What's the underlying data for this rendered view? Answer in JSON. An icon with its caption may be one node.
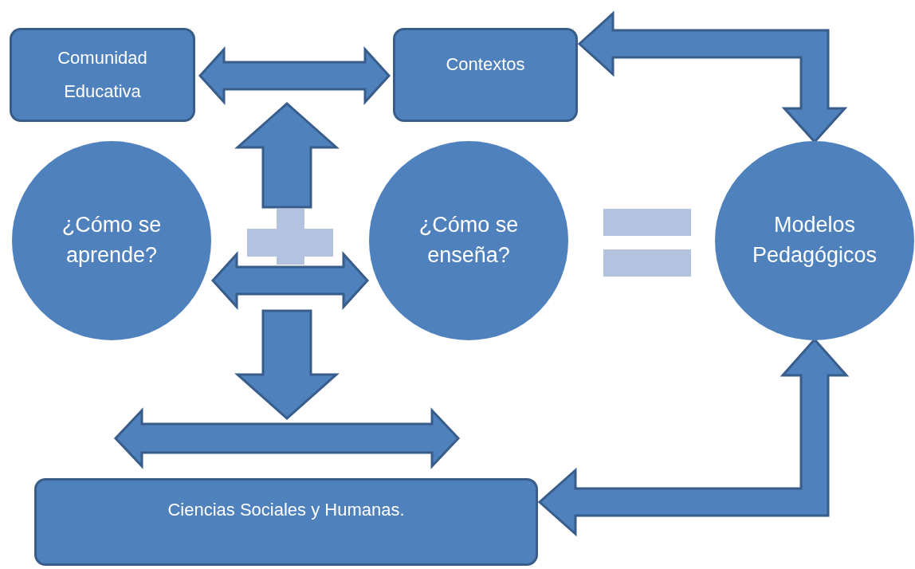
{
  "diagram": {
    "nodes": [
      {
        "text": [
          "Comunidad Educativa"
        ]
      },
      {
        "text": [
          "Contextos"
        ]
      },
      {
        "text": [
          "¿Cómo se aprende?"
        ]
      },
      {
        "text": [
          "¿Cómo se enseña?"
        ]
      },
      {
        "text": [
          "Modelos Pedagógicos"
        ]
      },
      {
        "text": [
          "Ciencias Sociales y Humanas."
        ]
      }
    ],
    "edges": [
      {
        "from": 0,
        "to": 1,
        "arrow": "both"
      },
      {
        "from": 2,
        "to": 3,
        "arrow": "both"
      },
      {
        "from": 1,
        "to": 4,
        "arrow": "both"
      },
      {
        "from": 5,
        "to": 4,
        "arrow": "both"
      }
    ]
  }
}
